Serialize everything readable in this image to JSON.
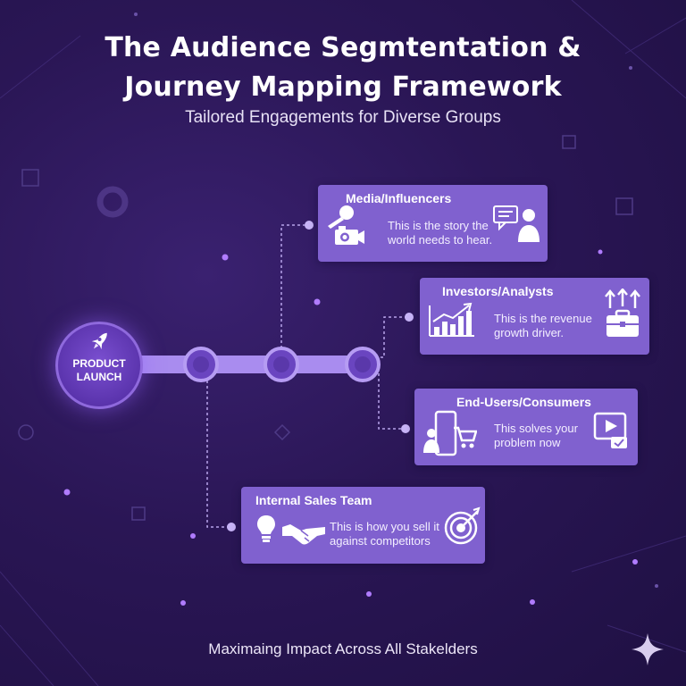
{
  "header": {
    "title_line1": "The Audience Segmtentation &",
    "title_line2": "Journey Mapping Framework",
    "subtitle": "Tailored Engagements for Diverse Groups"
  },
  "hub": {
    "label_line1": "PRODUCT",
    "label_line2": "LAUNCH",
    "icon": "rocket-icon"
  },
  "segments": {
    "media": {
      "title": "Media/Influencers",
      "desc_line1": "This is the story the",
      "desc_line2": "world needs to hear.",
      "icons": [
        "microphone-icon",
        "camera-icon",
        "speech-bubble-presenter-icon"
      ]
    },
    "investors": {
      "title": "Investors/Analysts",
      "desc_line1": "This is the revenue",
      "desc_line2": "growth driver.",
      "icons": [
        "bar-chart-growth-icon",
        "briefcase-up-arrows-icon"
      ]
    },
    "consumers": {
      "title": "End-Users/Consumers",
      "desc_line1": "This solves your",
      "desc_line2": "problem now",
      "icons": [
        "phone-user-cart-icon",
        "video-play-icon"
      ]
    },
    "sales": {
      "title": "Internal Sales Team",
      "desc_line1": "This is how you sell it",
      "desc_line2": "against competitors",
      "icons": [
        "lightbulb-icon",
        "handshake-icon",
        "target-arrow-icon"
      ]
    }
  },
  "footer": {
    "tagline": "Maximaing Impact Across All Stakelders"
  },
  "colors": {
    "background": "#2a1655",
    "card": "#8061cf",
    "connector": "#a98cef",
    "node": "#6a45c0"
  }
}
